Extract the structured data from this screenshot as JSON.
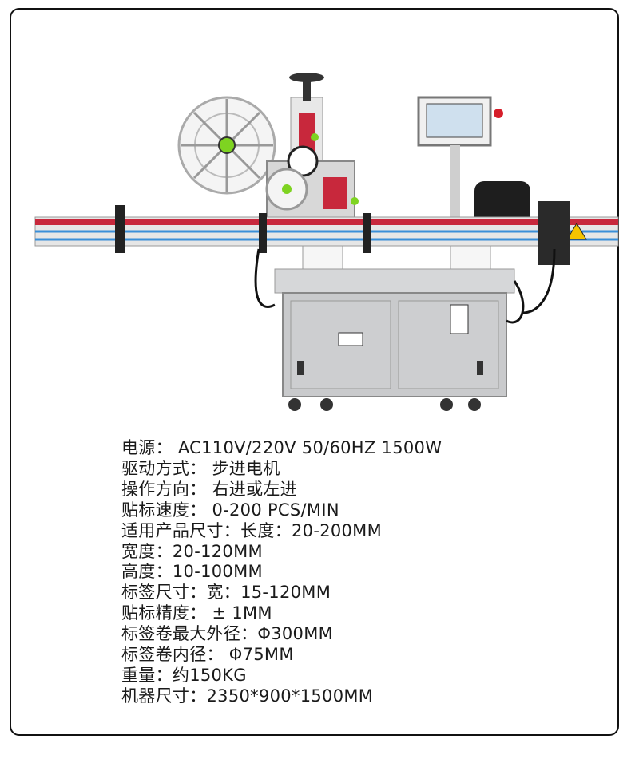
{
  "specs": [
    "电源： AC110V/220V 50/60HZ  1500W",
    "驱动方式： 步进电机",
    "操作方向： 右进或左进",
    "贴标速度： 0-200 PCS/MIN",
    "适用产品尺寸：长度：20-200MM",
    "宽度：20-120MM",
    "高度：10-100MM",
    "标签尺寸：宽：15-120MM",
    "贴标精度： ± 1MM",
    "标签卷最大外径：Φ300MM",
    "标签卷内径： Φ75MM",
    "重量：约150KG",
    "机器尺寸：2350*900*1500MM"
  ],
  "colors": {
    "frame": "#111111",
    "rail_red": "#c8283c",
    "rail_blue": "#3a8fd8",
    "steel": "#c9cacc",
    "accent_green": "#7ed321"
  }
}
